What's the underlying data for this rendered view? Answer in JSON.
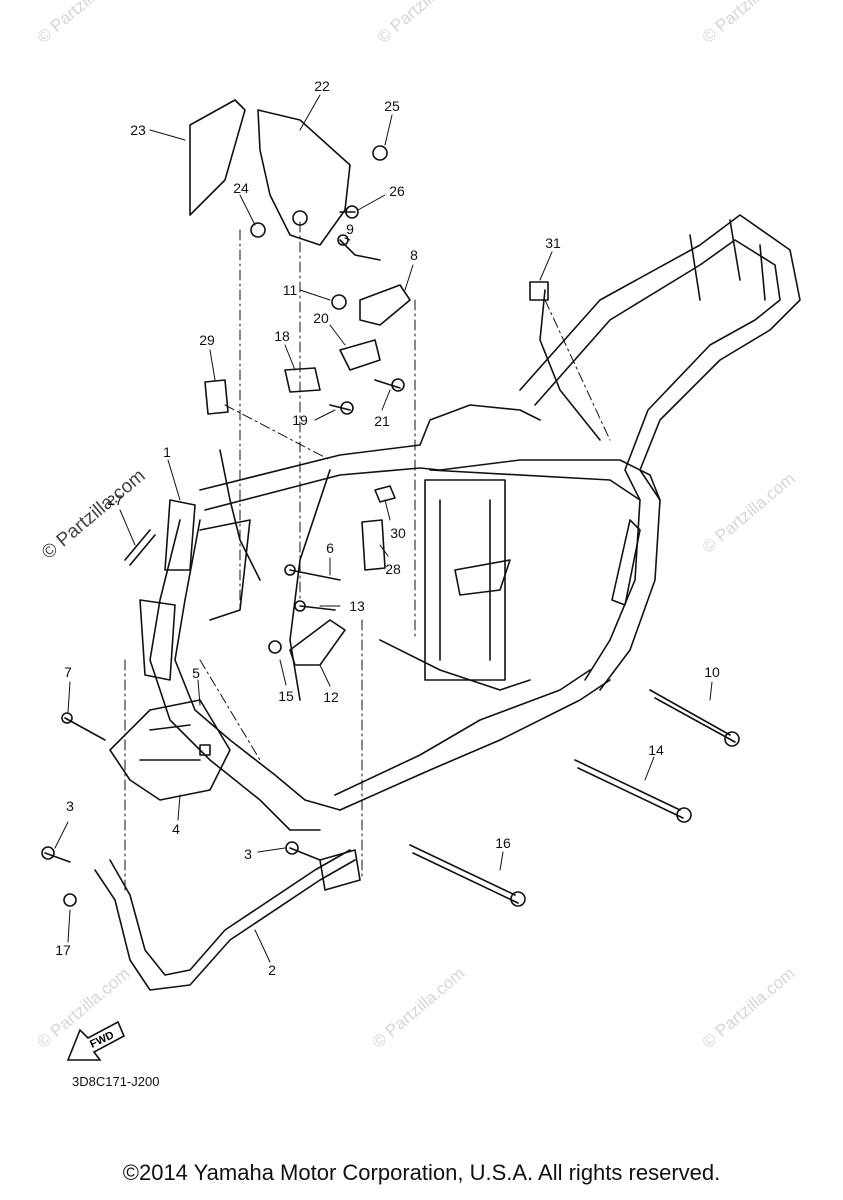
{
  "diagram_code": "3D8C171-J200",
  "copyright": "©2014 Yamaha Motor Corporation, U.S.A. All rights reserved.",
  "fwd_label": "FWD",
  "watermark": "© Partzilla.com",
  "part_labels": [
    "1",
    "2",
    "3",
    "3",
    "4",
    "5",
    "6",
    "7",
    "8",
    "9",
    "10",
    "11",
    "12",
    "13",
    "14",
    "15",
    "16",
    "17",
    "18",
    "19",
    "20",
    "21",
    "22",
    "23",
    "24",
    "25",
    "26",
    "27",
    "28",
    "29",
    "30",
    "31"
  ]
}
